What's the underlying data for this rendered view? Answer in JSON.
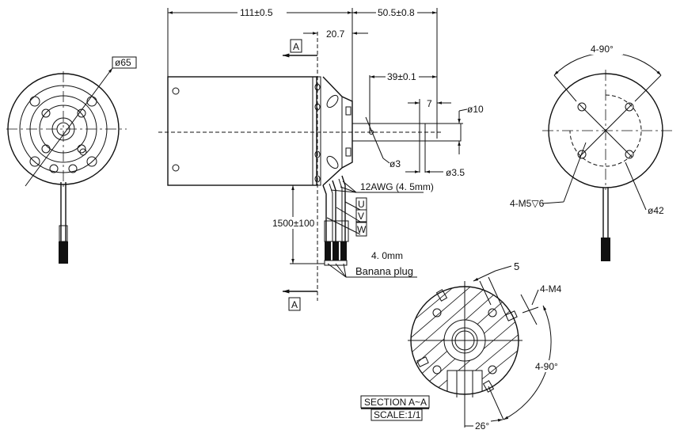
{
  "left_view": {
    "diameter_label": "ø65"
  },
  "side_view": {
    "length_label": "111±0.5",
    "shaft_length_label": "50.5±0.8",
    "flange_label": "20.7",
    "keyway_pos_label": "39±0.1",
    "groove_label": "7",
    "shaft_dia_label": "ø10",
    "hole_dia_label": "ø3",
    "groove_dia_label": "ø3.5",
    "wire_label": "12AWG (4. 5mm)",
    "phase_labels": [
      "U",
      "V",
      "W"
    ],
    "cable_length_label": "1500±100",
    "plug_size_label": "4. 0mm",
    "plug_label": "Banana plug",
    "section_mark_top": "A",
    "section_mark_bottom": "A"
  },
  "right_view": {
    "angle_label": "4-90°",
    "thread_label": "4-M5▽6",
    "pcd_label": "ø42"
  },
  "section_view": {
    "width_label": "5",
    "thread_label": "4-M4",
    "angle_label": "4-90°",
    "offset_angle_label": "26°",
    "title": "SECTION A~A",
    "scale": "SCALE:1/1"
  }
}
